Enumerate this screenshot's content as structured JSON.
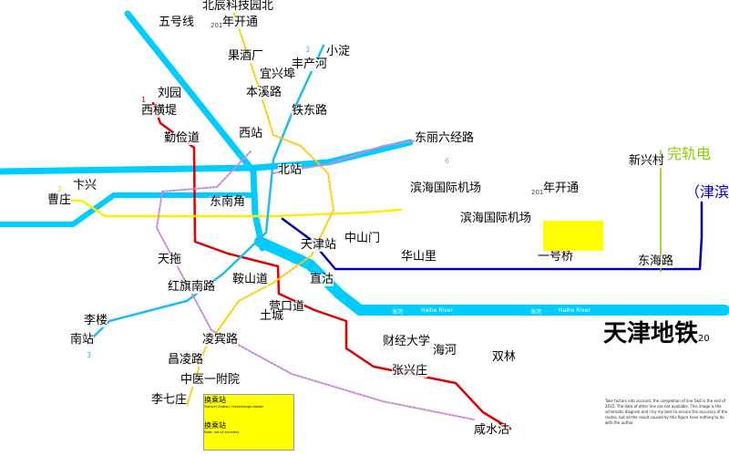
{
  "map": {
    "title": "天津地铁",
    "title_suffix": "20",
    "river_name_cn": "海河",
    "river_name_en": "Haihe River",
    "colors": {
      "river": "#00CCFF",
      "line1": "#E00000",
      "line2": "#FFEE00",
      "line3": "#22BBEE",
      "line4": "#FFCC00",
      "line5": "#CC88DD",
      "line9": "#0000AA",
      "tram": "#88CC00"
    },
    "line_numbers": {
      "l1": "1",
      "l2": "2",
      "l3": "3",
      "l3b": "3",
      "l6": "6"
    },
    "annotations": {
      "line5_open": "五号线",
      "year_2017": "2017",
      "line5_open_suffix": "年开通",
      "airport_ext": "滨海国际机场",
      "year_2014": "2014",
      "airport_ext_suffix": "年开通",
      "tram": "完轨电",
      "jinbin": "（津滨"
    },
    "stations": [
      "刘园",
      "西横堤",
      "小淀",
      "丰产河",
      "北辰科技园北",
      "卞兴",
      "曹庄",
      "天拖",
      "李楼",
      "南站",
      "昌凌路",
      "凌宾路",
      "中医一附院",
      "李七庄",
      "红旗南路",
      "滨海国际机场",
      "东丽六经路",
      "天津站",
      "营口道",
      "西站",
      "勤俭道",
      "本溪路",
      "果酒厂",
      "双林",
      "华山里",
      "东海路",
      "财经大学",
      "咸水沽",
      "新兴村",
      "中山门",
      "海河",
      "张兴庄",
      "宜兴埠",
      "铁东路",
      "北站",
      "直沽",
      "东南角",
      "鞍山道",
      "土城",
      "一号桥"
    ],
    "legend": {
      "header": "换乘站",
      "desc": "Transfer Station / Interchange station",
      "footer_row": "换乘站",
      "footnote": "Note: not all transfers"
    },
    "note": "Take factors into account, the completion of line 5&6 is the end of 2015. The data of other line are not available. This image is the schematic diagram and I try my best to ensure the accuracy of the routes, but all the result caused by this figure have nothing to do with the author."
  }
}
